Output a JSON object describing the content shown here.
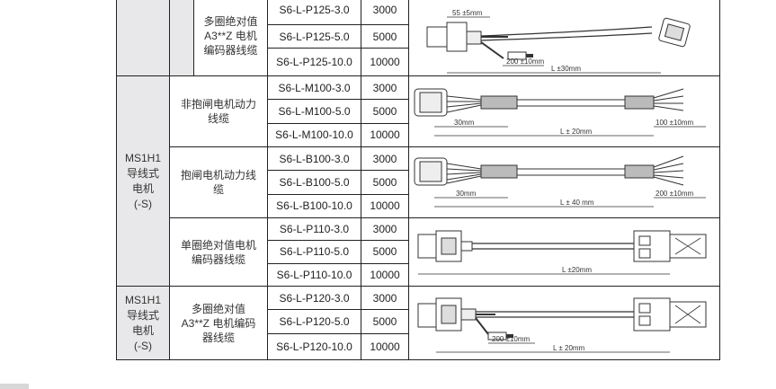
{
  "series": {
    "label_lines": [
      "MS1H1",
      "导线式",
      "电机",
      "(-S)"
    ]
  },
  "groups": [
    {
      "type_lines": [
        "多圈绝对值",
        "A3**Z 电机",
        "编码器线缆"
      ],
      "rows": [
        {
          "part": "S6-L-P125-3.0",
          "len": "3000"
        },
        {
          "part": "S6-L-P125-5.0",
          "len": "5000"
        },
        {
          "part": "S6-L-P125-10.0",
          "len": "10000"
        }
      ],
      "dims": [
        "55 ±5mm",
        "200 ±10mm",
        "L ±30mm"
      ]
    },
    {
      "type_lines": [
        "非抱闸电机动力",
        "线缆"
      ],
      "rows": [
        {
          "part": "S6-L-M100-3.0",
          "len": "3000"
        },
        {
          "part": "S6-L-M100-5.0",
          "len": "5000"
        },
        {
          "part": "S6-L-M100-10.0",
          "len": "10000"
        }
      ],
      "dims": [
        "30mm",
        "L ± 20mm",
        "100 ±10mm"
      ]
    },
    {
      "type_lines": [
        "抱闸电机动力线",
        "缆"
      ],
      "rows": [
        {
          "part": "S6-L-B100-3.0",
          "len": "3000"
        },
        {
          "part": "S6-L-B100-5.0",
          "len": "5000"
        },
        {
          "part": "S6-L-B100-10.0",
          "len": "10000"
        }
      ],
      "dims": [
        "30mm",
        "L ± 40 mm",
        "200 ±10mm"
      ]
    },
    {
      "type_lines": [
        "单圈绝对值电机",
        "编码器线缆"
      ],
      "rows": [
        {
          "part": "S6-L-P110-3.0",
          "len": "3000"
        },
        {
          "part": "S6-L-P110-5.0",
          "len": "5000"
        },
        {
          "part": "S6-L-P110-10.0",
          "len": "10000"
        }
      ],
      "dims": [
        "L ±20mm"
      ]
    },
    {
      "type_lines": [
        "多圈绝对值",
        "A3**Z 电机编码",
        "器线缆"
      ],
      "rows": [
        {
          "part": "S6-L-P120-3.0",
          "len": "3000"
        },
        {
          "part": "S6-L-P120-5.0",
          "len": "5000"
        },
        {
          "part": "S6-L-P120-10.0",
          "len": "10000"
        }
      ],
      "dims": [
        "200 ±10mm",
        "L ± 20mm"
      ]
    }
  ]
}
